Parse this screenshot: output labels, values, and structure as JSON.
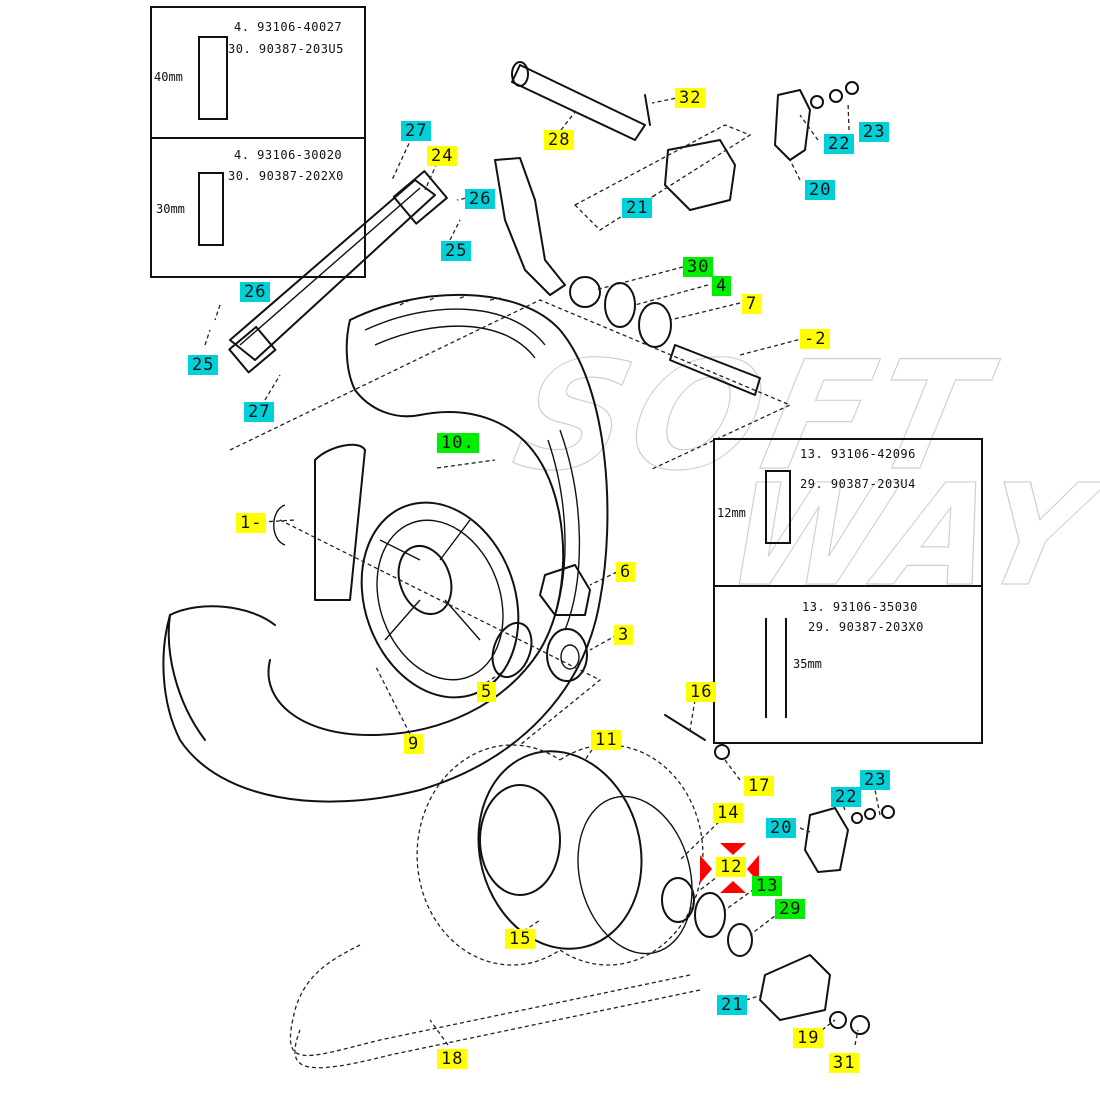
{
  "diagram": {
    "title": "Rear wheel exploded parts diagram",
    "watermark": {
      "line1": "SOFT",
      "line2": "WAY"
    },
    "highlight_color": "#ff0000",
    "label_colors": {
      "yellow": "#ffff00",
      "cyan": "#00d0d8",
      "green": "#00ee00"
    },
    "highlighted_callout": "12"
  },
  "callouts": [
    {
      "id": "c1",
      "text": "1-",
      "color": "yellow"
    },
    {
      "id": "c2",
      "text": "-2",
      "color": "yellow"
    },
    {
      "id": "c3",
      "text": "3",
      "color": "yellow"
    },
    {
      "id": "c4",
      "text": "4",
      "color": "green"
    },
    {
      "id": "c5",
      "text": "5",
      "color": "yellow"
    },
    {
      "id": "c6",
      "text": "6",
      "color": "yellow"
    },
    {
      "id": "c7",
      "text": "7",
      "color": "yellow"
    },
    {
      "id": "c9",
      "text": "9",
      "color": "yellow"
    },
    {
      "id": "c10",
      "text": "10.",
      "color": "green"
    },
    {
      "id": "c11",
      "text": "11",
      "color": "yellow"
    },
    {
      "id": "c12",
      "text": "12",
      "color": "yellow"
    },
    {
      "id": "c13",
      "text": "13",
      "color": "green"
    },
    {
      "id": "c14",
      "text": "14",
      "color": "yellow"
    },
    {
      "id": "c15",
      "text": "15",
      "color": "yellow"
    },
    {
      "id": "c16",
      "text": "16",
      "color": "yellow"
    },
    {
      "id": "c17",
      "text": "17",
      "color": "yellow"
    },
    {
      "id": "c18",
      "text": "18",
      "color": "yellow"
    },
    {
      "id": "c19",
      "text": "19",
      "color": "yellow"
    },
    {
      "id": "c20a",
      "text": "20",
      "color": "cyan"
    },
    {
      "id": "c20b",
      "text": "20",
      "color": "cyan"
    },
    {
      "id": "c21a",
      "text": "21",
      "color": "cyan"
    },
    {
      "id": "c21b",
      "text": "21",
      "color": "cyan"
    },
    {
      "id": "c22a",
      "text": "22",
      "color": "cyan"
    },
    {
      "id": "c22b",
      "text": "22",
      "color": "cyan"
    },
    {
      "id": "c23a",
      "text": "23",
      "color": "cyan"
    },
    {
      "id": "c23b",
      "text": "23",
      "color": "cyan"
    },
    {
      "id": "c24",
      "text": "24",
      "color": "yellow"
    },
    {
      "id": "c25a",
      "text": "25",
      "color": "cyan"
    },
    {
      "id": "c25b",
      "text": "25",
      "color": "cyan"
    },
    {
      "id": "c26a",
      "text": "26",
      "color": "cyan"
    },
    {
      "id": "c26b",
      "text": "26",
      "color": "cyan"
    },
    {
      "id": "c27a",
      "text": "27",
      "color": "cyan"
    },
    {
      "id": "c27b",
      "text": "27",
      "color": "cyan"
    },
    {
      "id": "c28",
      "text": "28",
      "color": "yellow"
    },
    {
      "id": "c29",
      "text": "29",
      "color": "green"
    },
    {
      "id": "c30",
      "text": "30",
      "color": "green"
    },
    {
      "id": "c31",
      "text": "31",
      "color": "yellow"
    },
    {
      "id": "c32",
      "text": "32",
      "color": "yellow"
    }
  ],
  "insets": [
    {
      "name": "chain-adjuster-40mm",
      "part_a": "4. 93106-40027",
      "part_b": "30. 90387-203U5",
      "dimension": "40mm"
    },
    {
      "name": "chain-adjuster-30mm",
      "part_a": "4. 93106-30020",
      "part_b": "30. 90387-202X0",
      "dimension": "30mm"
    },
    {
      "name": "hub-collar-12mm",
      "part_a": "13. 93106-42096",
      "part_b": "29. 90387-203U4",
      "dimension": "12mm"
    },
    {
      "name": "hub-collar-35mm",
      "part_a": "13. 93106-35030",
      "part_b": "29. 90387-203X0",
      "dimension": "35mm"
    }
  ]
}
